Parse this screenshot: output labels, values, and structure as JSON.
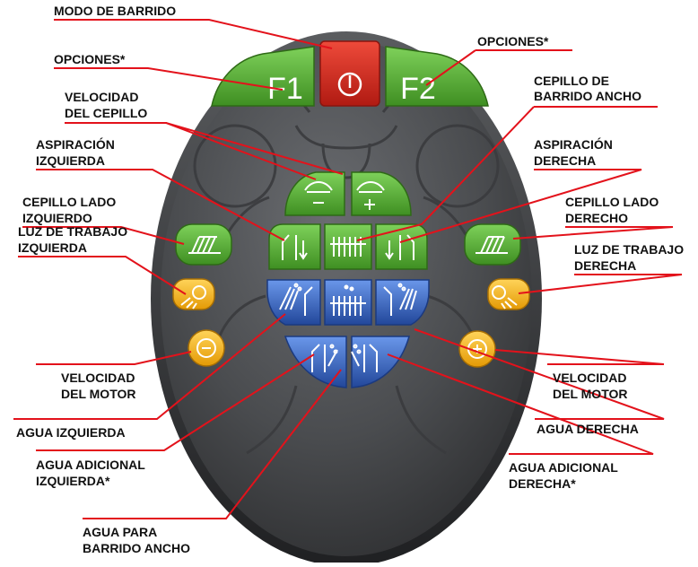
{
  "colors": {
    "panel_dark": "#3a3b3d",
    "panel_mid": "#55575a",
    "green": "#5db33a",
    "green_dark": "#3d8b22",
    "red": "#d7261e",
    "blue": "#3b6fcf",
    "blue_dark": "#24499b",
    "yellow": "#f7b718",
    "callout": "#e3121b"
  },
  "buttons": {
    "f1": "F1",
    "f2": "F2",
    "power_icon": "power-icon",
    "speed_minus_icon": "brush-speed-minus-icon",
    "speed_plus_icon": "brush-speed-plus-icon",
    "vac_left_icon": "vacuum-left-icon",
    "wide_brush_icon": "wide-brush-icon",
    "vac_right_icon": "vacuum-right-icon",
    "side_brush_left_icon": "side-brush-left-icon",
    "side_brush_right_icon": "side-brush-right-icon",
    "work_light_left_icon": "work-light-left-icon",
    "work_light_right_icon": "work-light-right-icon",
    "engine_minus_icon": "engine-speed-minus-icon",
    "engine_plus_icon": "engine-speed-plus-icon",
    "water_left_icon": "water-left-icon",
    "water_wide_icon": "water-wide-icon",
    "water_right_icon": "water-right-icon",
    "extra_water_left_icon": "extra-water-left-icon",
    "extra_water_right_icon": "extra-water-right-icon"
  },
  "labels": {
    "modo_barrido": [
      "MODO DE BARRIDO"
    ],
    "opciones_left": [
      "OPCIONES*"
    ],
    "opciones_right": [
      "OPCIONES*"
    ],
    "velocidad_cepillo": [
      "VELOCIDAD",
      "DEL CEPILLO"
    ],
    "cepillo_ancho": [
      "CEPILLO DE",
      "BARRIDO ANCHO"
    ],
    "aspiracion_izq": [
      "ASPIRACIÓN",
      "IZQUIERDA"
    ],
    "aspiracion_der": [
      "ASPIRACIÓN",
      "DERECHA"
    ],
    "cepillo_izq": [
      "CEPILLO LADO",
      "IZQUIERDO"
    ],
    "cepillo_der": [
      "CEPILLO LADO",
      "DERECHO"
    ],
    "luz_izq": [
      "LUZ DE TRABAJO",
      "IZQUIERDA"
    ],
    "luz_der": [
      "LUZ DE TRABAJO",
      "DERECHA"
    ],
    "vel_motor_izq": [
      "VELOCIDAD",
      "DEL MOTOR"
    ],
    "vel_motor_der": [
      "VELOCIDAD",
      "DEL MOTOR"
    ],
    "agua_izq": [
      "AGUA IZQUIERDA"
    ],
    "agua_der": [
      "AGUA DERECHA"
    ],
    "agua_adic_izq": [
      "AGUA ADICIONAL",
      "IZQUIERDA*"
    ],
    "agua_adic_der": [
      "AGUA ADICIONAL",
      "DERECHA*"
    ],
    "agua_ancho": [
      "AGUA PARA",
      "BARRIDO ANCHO"
    ]
  }
}
